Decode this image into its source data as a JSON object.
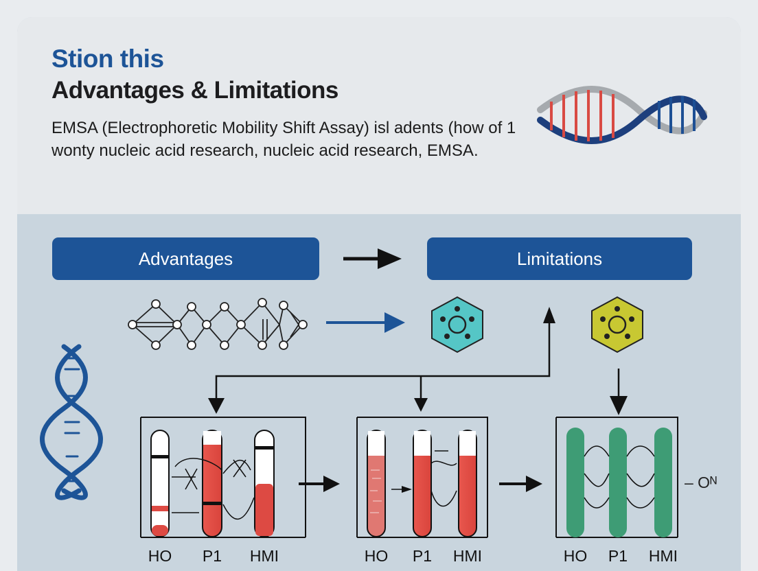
{
  "header": {
    "kicker": "Stion this",
    "title": "Advantages & Limitations",
    "description": "EMSA (Electrophoretic Mobility Shift Assay) isl adents (how of 1 wonty nucleic acid research, nucleic acid research, EMSA."
  },
  "buttons": {
    "advantages": "Advantages",
    "limitations": "Limitations"
  },
  "gels": [
    {
      "labels": [
        "HO",
        "P1",
        "HMI"
      ]
    },
    {
      "labels": [
        "HO",
        "P1",
        "HMI"
      ]
    },
    {
      "labels": [
        "HO",
        "P1",
        "HMI"
      ]
    }
  ],
  "side_label": "– Oᴺ",
  "colors": {
    "brand_blue": "#1d5497",
    "band_red": "#dd4a43",
    "lane_green": "#3e9c75",
    "hexagon_teal": "#55c6c6",
    "hexagon_yellow": "#c8c832"
  }
}
